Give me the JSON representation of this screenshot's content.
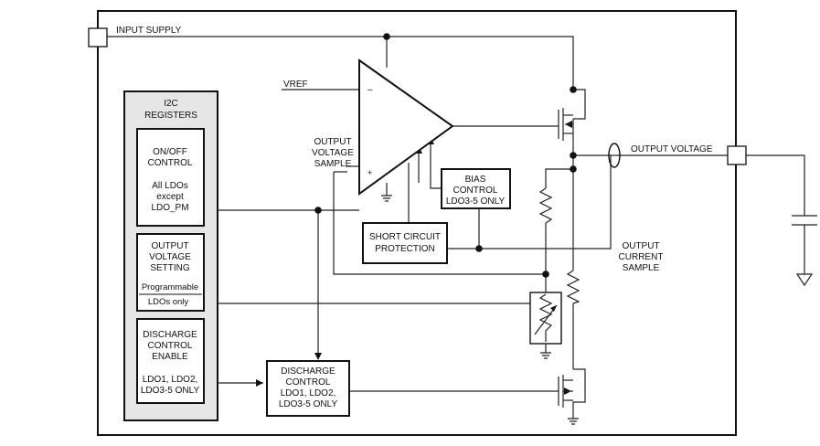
{
  "labels": {
    "input_supply": "INPUT SUPPLY",
    "vref": "VREF",
    "minus": "–",
    "plus": "+",
    "output_voltage_sample": [
      "OUTPUT",
      "VOLTAGE",
      "SAMPLE"
    ],
    "output_voltage": "OUTPUT VOLTAGE",
    "output_current_sample": [
      "OUTPUT",
      "CURRENT",
      "SAMPLE"
    ]
  },
  "i2c": {
    "title": [
      "I2C",
      "REGISTERS"
    ],
    "onoff": [
      "ON/OFF",
      "CONTROL",
      "All LDOs",
      "except",
      "LDO_PM"
    ],
    "voltage": [
      "OUTPUT",
      "VOLTAGE",
      "SETTING",
      "Programmable",
      "LDOs only"
    ],
    "discharge_enable": [
      "DISCHARGE",
      "CONTROL",
      "ENABLE",
      "LDO1, LDO2,",
      "LDO3-5 ONLY"
    ]
  },
  "bias": [
    "BIAS",
    "CONTROL",
    "LDO3-5 ONLY"
  ],
  "short": [
    "SHORT CIRCUIT",
    "PROTECTION"
  ],
  "discharge": [
    "DISCHARGE",
    "CONTROL",
    "LDO1, LDO2,",
    "LDO3-5 ONLY"
  ]
}
